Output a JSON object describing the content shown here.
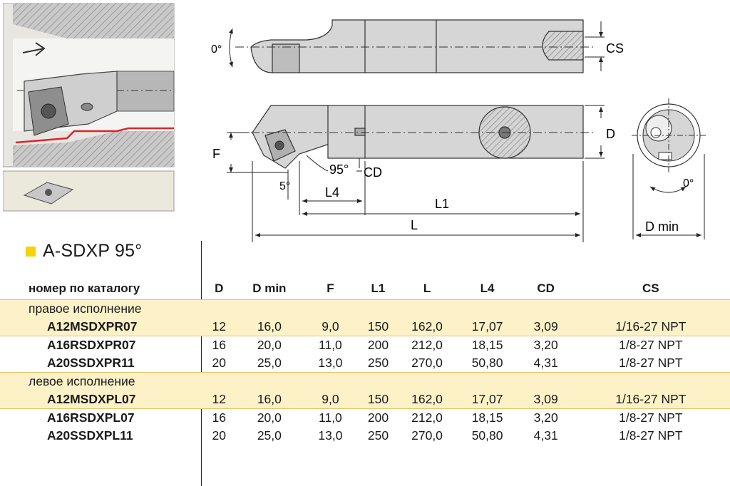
{
  "title": "A-SDXP 95°",
  "drawing": {
    "labels": {
      "angle_top": "0°",
      "cs": "CS",
      "d": "D",
      "f": "F",
      "angle_95": "95°",
      "cd": "CD",
      "angle_5": "5°",
      "l4": "L4",
      "l1": "L1",
      "l": "L",
      "angle_end": "0°",
      "d_min": "D min"
    }
  },
  "table": {
    "headers": [
      "номер по каталогу",
      "D",
      "D min",
      "F",
      "L1",
      "L",
      "L4",
      "CD",
      "CS"
    ],
    "groups": [
      {
        "label": "правое исполнение",
        "rows": [
          [
            "A12MSDXPR07",
            "12",
            "16,0",
            "9,0",
            "150",
            "162,0",
            "17,07",
            "3,09",
            "1/16-27 NPT"
          ],
          [
            "A16RSDXPR07",
            "16",
            "20,0",
            "11,0",
            "200",
            "212,0",
            "18,15",
            "3,20",
            "1/8-27 NPT"
          ],
          [
            "A20SSDXPR11",
            "20",
            "25,0",
            "13,0",
            "250",
            "270,0",
            "50,80",
            "4,31",
            "1/8-27 NPT"
          ]
        ]
      },
      {
        "label": "левое исполнение",
        "rows": [
          [
            "A12MSDXPL07",
            "12",
            "16,0",
            "9,0",
            "150",
            "162,0",
            "17,07",
            "3,09",
            "1/16-27 NPT"
          ],
          [
            "A16RSDXPL07",
            "16",
            "20,0",
            "11,0",
            "200",
            "212,0",
            "18,15",
            "3,20",
            "1/8-27 NPT"
          ],
          [
            "A20SSDXPL11",
            "20",
            "25,0",
            "13,0",
            "250",
            "270,0",
            "50,80",
            "4,31",
            "1/8-27 NPT"
          ]
        ]
      }
    ]
  },
  "colors": {
    "accent": "#f5d20a",
    "row_highlight": "#fdf1c8",
    "separator": "#e0c66a",
    "cut_line": "#d9262a"
  }
}
